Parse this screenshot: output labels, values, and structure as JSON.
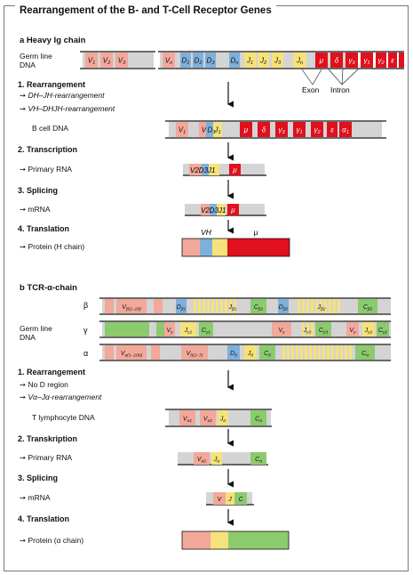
{
  "title": "Rearrangement of the B- and T-Cell Receptor Genes",
  "colors": {
    "v": "#f2a89a",
    "d": "#7fb0dc",
    "j": "#f6e27a",
    "c_heavy": "#e0101c",
    "c_tcr": "#8cca6e",
    "gray": "#d4d4d4"
  },
  "panel_a": {
    "heading": "a  Heavy Ig chain",
    "germline_label_1": "Germ line",
    "germline_label_2": "DNA",
    "segments": {
      "v1": "V1",
      "v2": "V2",
      "v3": "V3",
      "vn": "Vn",
      "d1": "D1",
      "d2": "D2",
      "d3": "D3",
      "dn": "Dn",
      "j1": "J1",
      "j2": "J2",
      "j3": "J3",
      "jn": "Jn",
      "mu": "μ",
      "delta": "δ",
      "g3": "γ3",
      "g1": "γ1",
      "g2": "γ2",
      "eps": "ε",
      "a1": "α1"
    },
    "exon": "Exon",
    "intron": "Intron",
    "step1": "1. Rearrangement",
    "step1_a": "DH–JH-rearrangement",
    "step1_b": "VH–DHJH-rearrangement",
    "bcell_label": "B cell DNA",
    "step2": "2. Transcription",
    "step2_a": "Primary RNA",
    "step3": "3. Splicing",
    "step3_a": "mRNA",
    "step4": "4. Translation",
    "step4_a": "Protein (H chain)",
    "vh": "VH",
    "mu_label": "μ"
  },
  "panel_b": {
    "heading": "b  TCR-α-chain",
    "germline_label_1": "Germ line",
    "germline_label_2": "DNA",
    "beta": "β",
    "gamma": "γ",
    "alpha": "α",
    "beta_segments": {
      "v": "Vβ(1–20)",
      "d1": "Dβ1",
      "j1": "Jβ1",
      "c1": "Cβ1",
      "d2": "Dβ2",
      "j2": "Jβ2",
      "c2": "Cβ2"
    },
    "gamma_segments": {
      "v1": "Vγ",
      "j1": "Jγ1",
      "c1": "Cγ1",
      "v2": "Vγ",
      "j3": "Jγ3",
      "c3": "Cγ3",
      "v3": "Vγ",
      "j2": "Jγ2",
      "c2": "Cγ2"
    },
    "alpha_segments": {
      "v": "Vα(1–100)",
      "vd": "Vδ(1–7)",
      "dd": "Dδ",
      "jd": "Jδ",
      "cd": "Cδ",
      "ja": "Jα",
      "ca": "Cα"
    },
    "step1": "1. Rearrangement",
    "step1_a": "No D region",
    "step1_b": "Vα–Jα-rearrangement",
    "tcell_label": "T lymphocyte DNA",
    "tcell_segments": {
      "va1": "Vα1",
      "va2": "Vα2",
      "ja": "Jα",
      "ca": "Cα"
    },
    "step2": "2. Transkription",
    "step2_a": "Primary RNA",
    "rna_segments": {
      "va2": "Vα2",
      "ja": "Jα",
      "ca": "Cα"
    },
    "step3": "3. Splicing",
    "step3_a": "mRNA",
    "mrna_segments": {
      "v": "V",
      "j": "J",
      "c": "C"
    },
    "step4": "4. Translation",
    "step4_a": "Protein (α chain)"
  }
}
